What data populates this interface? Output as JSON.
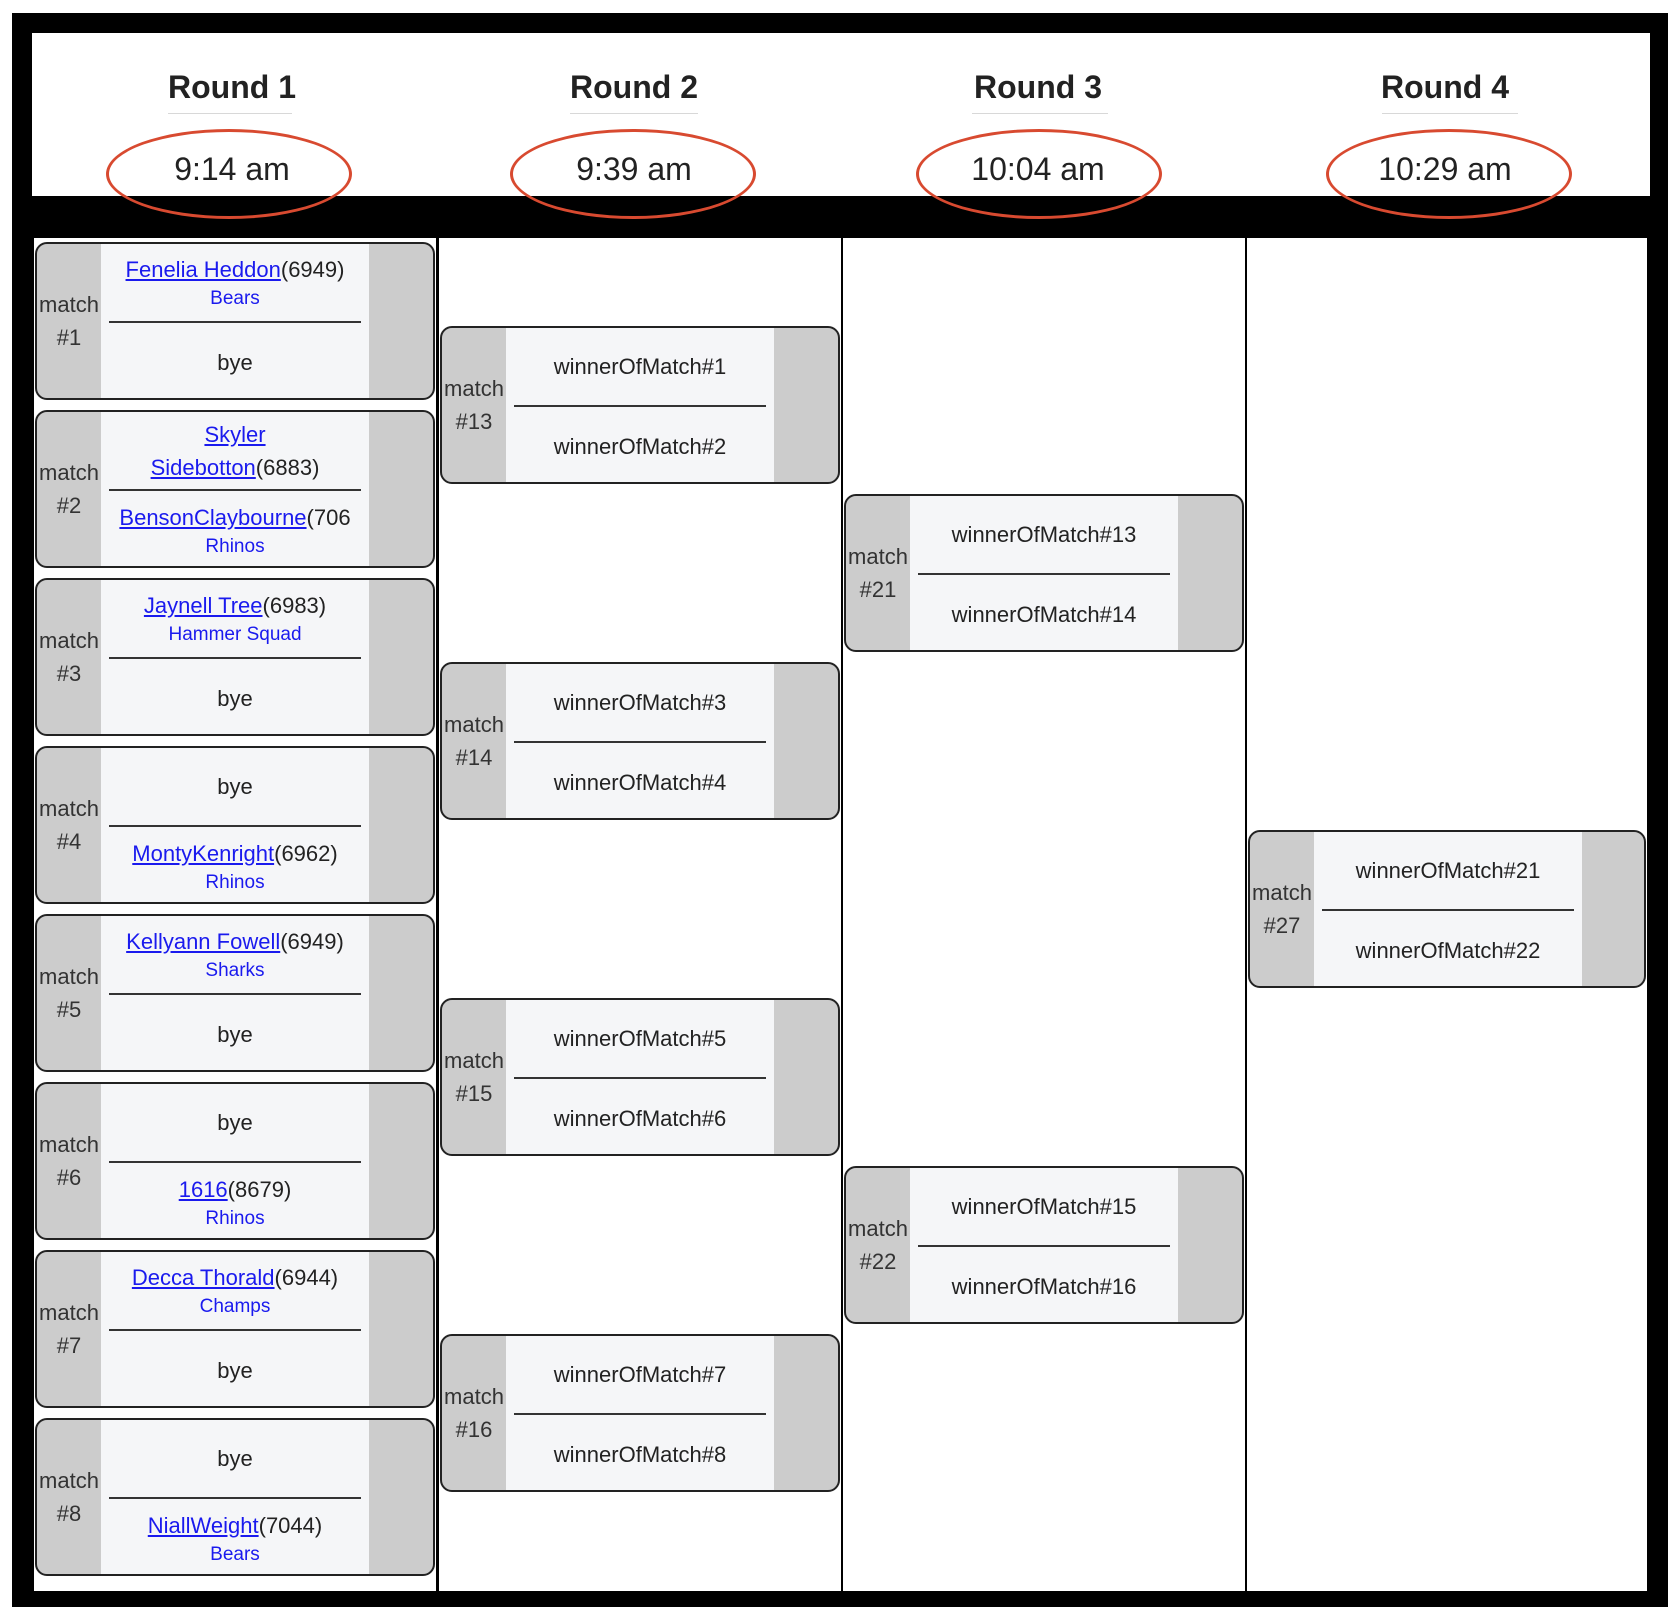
{
  "rounds": [
    {
      "title": "Round 1",
      "time": "9:14 am"
    },
    {
      "title": "Round 2",
      "time": "9:39 am"
    },
    {
      "title": "Round 3",
      "time": "10:04 am"
    },
    {
      "title": "Round 4",
      "time": "10:29 am"
    }
  ],
  "matches": {
    "m1": {
      "word": "match",
      "num": "#1",
      "top": {
        "name": "Fenelia Heddon",
        "score": "(6949)",
        "team": "Bears"
      },
      "bottom": {
        "text": "bye"
      }
    },
    "m2": {
      "word": "match",
      "num": "#2",
      "top": {
        "name_line1": "Skyler",
        "name_line2": "Sidebotton",
        "score": "(6883)"
      },
      "bottom": {
        "name": "BensonClaybourne",
        "score": "(706",
        "team": "Rhinos"
      }
    },
    "m3": {
      "word": "match",
      "num": "#3",
      "top": {
        "name": "Jaynell Tree",
        "score": "(6983)",
        "team": "Hammer Squad"
      },
      "bottom": {
        "text": "bye"
      }
    },
    "m4": {
      "word": "match",
      "num": "#4",
      "top": {
        "text": "bye"
      },
      "bottom": {
        "name": "MontyKenright",
        "score": "(6962)",
        "team": "Rhinos"
      }
    },
    "m5": {
      "word": "match",
      "num": "#5",
      "top": {
        "name": "Kellyann Fowell",
        "score": "(6949)",
        "team": "Sharks"
      },
      "bottom": {
        "text": "bye"
      }
    },
    "m6": {
      "word": "match",
      "num": "#6",
      "top": {
        "text": "bye"
      },
      "bottom": {
        "name": "1616",
        "score": "(8679)",
        "team": "Rhinos"
      }
    },
    "m7": {
      "word": "match",
      "num": "#7",
      "top": {
        "name": "Decca Thorald",
        "score": "(6944)",
        "team": "Champs"
      },
      "bottom": {
        "text": "bye"
      }
    },
    "m8": {
      "word": "match",
      "num": "#8",
      "top": {
        "text": "bye"
      },
      "bottom": {
        "name": "NiallWeight",
        "score": "(7044)",
        "team": "Bears"
      }
    },
    "m13": {
      "word": "match",
      "num": "#13",
      "top": {
        "text": "winnerOfMatch#1"
      },
      "bottom": {
        "text": "winnerOfMatch#2"
      }
    },
    "m14": {
      "word": "match",
      "num": "#14",
      "top": {
        "text": "winnerOfMatch#3"
      },
      "bottom": {
        "text": "winnerOfMatch#4"
      }
    },
    "m15": {
      "word": "match",
      "num": "#15",
      "top": {
        "text": "winnerOfMatch#5"
      },
      "bottom": {
        "text": "winnerOfMatch#6"
      }
    },
    "m16": {
      "word": "match",
      "num": "#16",
      "top": {
        "text": "winnerOfMatch#7"
      },
      "bottom": {
        "text": "winnerOfMatch#8"
      }
    },
    "m21": {
      "word": "match",
      "num": "#21",
      "top": {
        "text": "winnerOfMatch#13"
      },
      "bottom": {
        "text": "winnerOfMatch#14"
      }
    },
    "m22": {
      "word": "match",
      "num": "#22",
      "top": {
        "text": "winnerOfMatch#15"
      },
      "bottom": {
        "text": "winnerOfMatch#16"
      }
    },
    "m27": {
      "word": "match",
      "num": "#27",
      "top": {
        "text": "winnerOfMatch#21"
      },
      "bottom": {
        "text": "winnerOfMatch#22"
      }
    }
  },
  "colors": {
    "frame": "#000000",
    "highlight_circle": "#d84a30",
    "link": "#1a1aee",
    "match_side": "#cccccc",
    "match_body": "#f5f6f8"
  }
}
